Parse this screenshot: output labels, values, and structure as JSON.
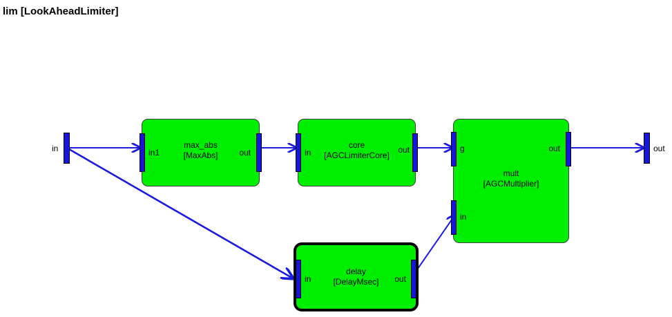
{
  "title": "lim [LookAheadLimiter]",
  "colors": {
    "block_fill": "#00ee00",
    "port_blue": "#1616d8",
    "wire_blue": "#1a1ae0",
    "border": "#404040",
    "selected_border": "#000000",
    "background": "#ffffff",
    "text": "#000000"
  },
  "io_ports": {
    "input": {
      "label": "in"
    },
    "output": {
      "label": "out"
    }
  },
  "blocks": [
    {
      "id": "max_abs",
      "name": "max_abs",
      "type": "[MaxAbs]",
      "selected": false,
      "ports": {
        "in1": "in1",
        "out": "out"
      }
    },
    {
      "id": "core",
      "name": "core",
      "type": "[AGCLimiterCore]",
      "selected": false,
      "ports": {
        "in": "in",
        "out": "out"
      }
    },
    {
      "id": "mult",
      "name": "mult",
      "type": "[AGCMultiplier]",
      "selected": false,
      "ports": {
        "g": "g",
        "in": "in",
        "out": "out"
      }
    },
    {
      "id": "delay",
      "name": "delay",
      "type": "[DelayMsec]",
      "selected": true,
      "ports": {
        "in": "in",
        "out": "out"
      }
    }
  ],
  "connections": [
    {
      "from": "in",
      "to": "max_abs.in1"
    },
    {
      "from": "in",
      "to": "delay.in"
    },
    {
      "from": "max_abs.out",
      "to": "core.in"
    },
    {
      "from": "core.out",
      "to": "mult.g"
    },
    {
      "from": "delay.out",
      "to": "mult.in"
    },
    {
      "from": "mult.out",
      "to": "out"
    }
  ]
}
